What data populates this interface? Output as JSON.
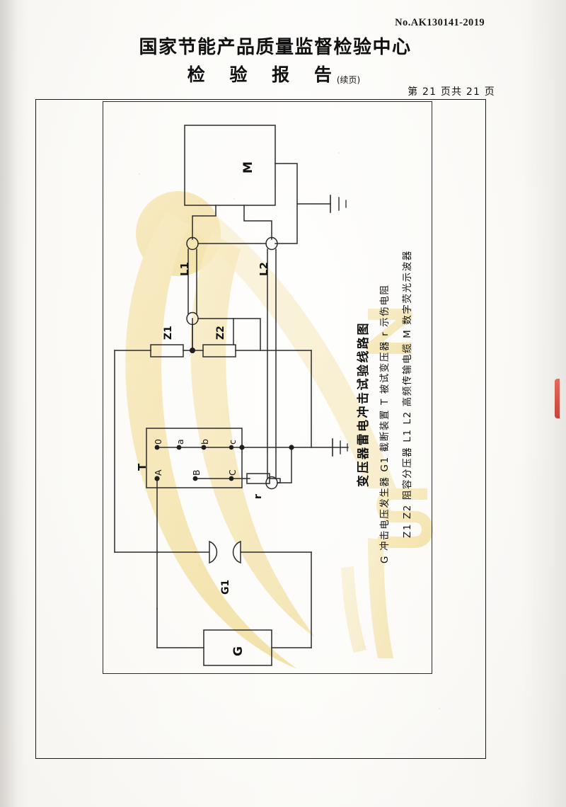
{
  "header": {
    "doc_no": "No.AK130141-2019",
    "org_title": "国家节能产品质量监督检验中心",
    "report_title": "检 验 报 告",
    "report_suffix": "(续页)",
    "page_no": "第 21 页共 21 页"
  },
  "figure": {
    "title": "变压器雷电冲击试验线路图",
    "legend_line_1": "G 冲击电压发生器   G1 截断装置   T 被试变压器      r  示伤电阻",
    "legend_line_2": "Z1 Z2 阻容分压器   L1 L2 高频传输电缆   M  数字荧光示波器",
    "legend_items": [
      {
        "symbol": "G",
        "name": "冲击电压发生器"
      },
      {
        "symbol": "G1",
        "name": "截断装置"
      },
      {
        "symbol": "T",
        "name": "被试变压器"
      },
      {
        "symbol": "r",
        "name": "示伤电阻"
      },
      {
        "symbol": "Z1 Z2",
        "name": "阻容分压器"
      },
      {
        "symbol": "L1 L2",
        "name": "高频传输电缆"
      },
      {
        "symbol": "M",
        "name": "数字荧光示波器"
      }
    ],
    "components": {
      "scope": "M",
      "cable_1": "L1",
      "cable_2": "L2",
      "divider_1": "Z1",
      "divider_2": "Z2",
      "transformer": "T",
      "resistor": "r",
      "chopping_gap": "G1",
      "generator": "G"
    },
    "transformer_terminals_hv": [
      "0",
      "a",
      "b",
      "c"
    ],
    "transformer_terminals_lv": [
      "A",
      "B",
      "C"
    ]
  },
  "colors": {
    "ink": "#1a1a1a",
    "watermark": "#f0d98a",
    "paper": "#fbfaf7",
    "red_mark": "#c3342a"
  }
}
